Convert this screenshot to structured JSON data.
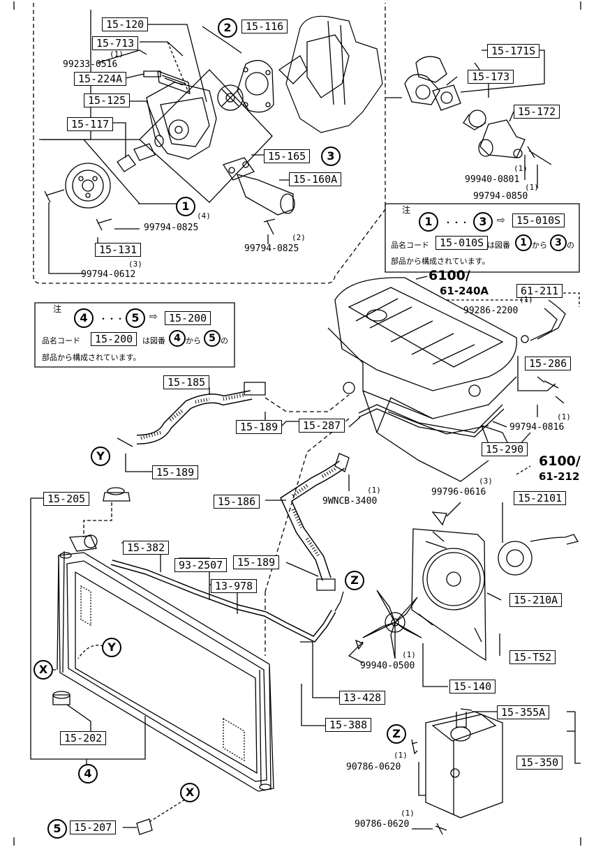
{
  "callouts": {
    "c15_120": "15-120",
    "c15_713": "15-713",
    "c15_224A": "15-224A",
    "c15_125": "15-125",
    "c15_117": "15-117",
    "c15_116": "15-116",
    "c15_165": "15-165",
    "c15_160A": "15-160A",
    "c15_131": "15-131",
    "c15_171S": "15-171S",
    "c15_173": "15-173",
    "c15_172": "15-172",
    "c61_211": "61-211",
    "c15_200": "15-200",
    "c15_200b": "15-200",
    "c15_010S": "15-010S",
    "c15_010Sb": "15-010S",
    "c15_185": "15-185",
    "c15_189a": "15-189",
    "c15_287": "15-287",
    "c15_189b": "15-189",
    "c15_286": "15-286",
    "c15_290": "15-290",
    "c15_186": "15-186",
    "c15_205": "15-205",
    "c15_382": "15-382",
    "c93_2507": "93-2507",
    "c15_189c": "15-189",
    "c13_978": "13-978",
    "c15_2101": "15-2101",
    "c15_210A": "15-210A",
    "c15_T52": "15-T52",
    "c15_140": "15-140",
    "c13_428": "13-428",
    "c15_388": "15-388",
    "c15_202": "15-202",
    "c15_355A": "15-355A",
    "c15_350": "15-350",
    "c15_207": "15-207"
  },
  "part_numbers": {
    "p99233_0516": "99233-0516",
    "p99794_0825a": "99794-0825",
    "p99794_0825b": "99794-0825",
    "p99794_0612": "99794-0612",
    "p99940_0801": "99940-0801",
    "p99794_0850": "99794-0850",
    "p99286_2200": "99286-2200",
    "p99794_0816": "99794-0816",
    "p9WNCB_3400": "9WNCB-3400",
    "p99796_0616": "99796-0616",
    "p99940_0500": "99940-0500",
    "p90786_0620a": "90786-0620",
    "p90786_0620b": "90786-0620"
  },
  "quantities": {
    "q99233": "(1)",
    "q0825a": "(4)",
    "q0825b": "(2)",
    "q0612": "(3)",
    "q0801": "(1)",
    "q0850": "(1)",
    "q2200": "(1)",
    "q0816": "(1)",
    "q3400": "(1)",
    "q0616": "(3)",
    "q0500": "(1)",
    "q0620a": "(1)",
    "q0620b": "(1)"
  },
  "circles": {
    "one": "1",
    "two": "2",
    "three": "3",
    "four": "4",
    "five": "5",
    "one_n": "1",
    "three_n": "3",
    "one_n2": "1",
    "three_n2": "3",
    "four_n": "4",
    "five_n": "5",
    "four_n2": "4",
    "five_n2": "5",
    "x1": "X",
    "y1": "Y",
    "z1": "Z",
    "x2": "X",
    "y2": "Y",
    "z2": "Z"
  },
  "notes": {
    "note1_head": "注",
    "note1_dots": "・・・",
    "note1_arrow": "⇨",
    "note1_line1_a": "品名コード",
    "note1_line1_b": "は図番",
    "note1_line1_c": "から",
    "note1_line1_d": "の",
    "note1_line2": "部品から構成されています。",
    "note2_head": "注",
    "note2_dots": "・・・",
    "note2_arrow": "⇨",
    "note2_line1_a": "品名コード",
    "note2_line1_b": "は図番",
    "note2_line1_c": "から",
    "note2_line1_d": "の",
    "note2_line2": "部品から構成されています。"
  },
  "refs": {
    "r6100a": "6100/",
    "r61_240A": "61-240A",
    "r6100b": "6100/",
    "r61_212": "61-212"
  }
}
